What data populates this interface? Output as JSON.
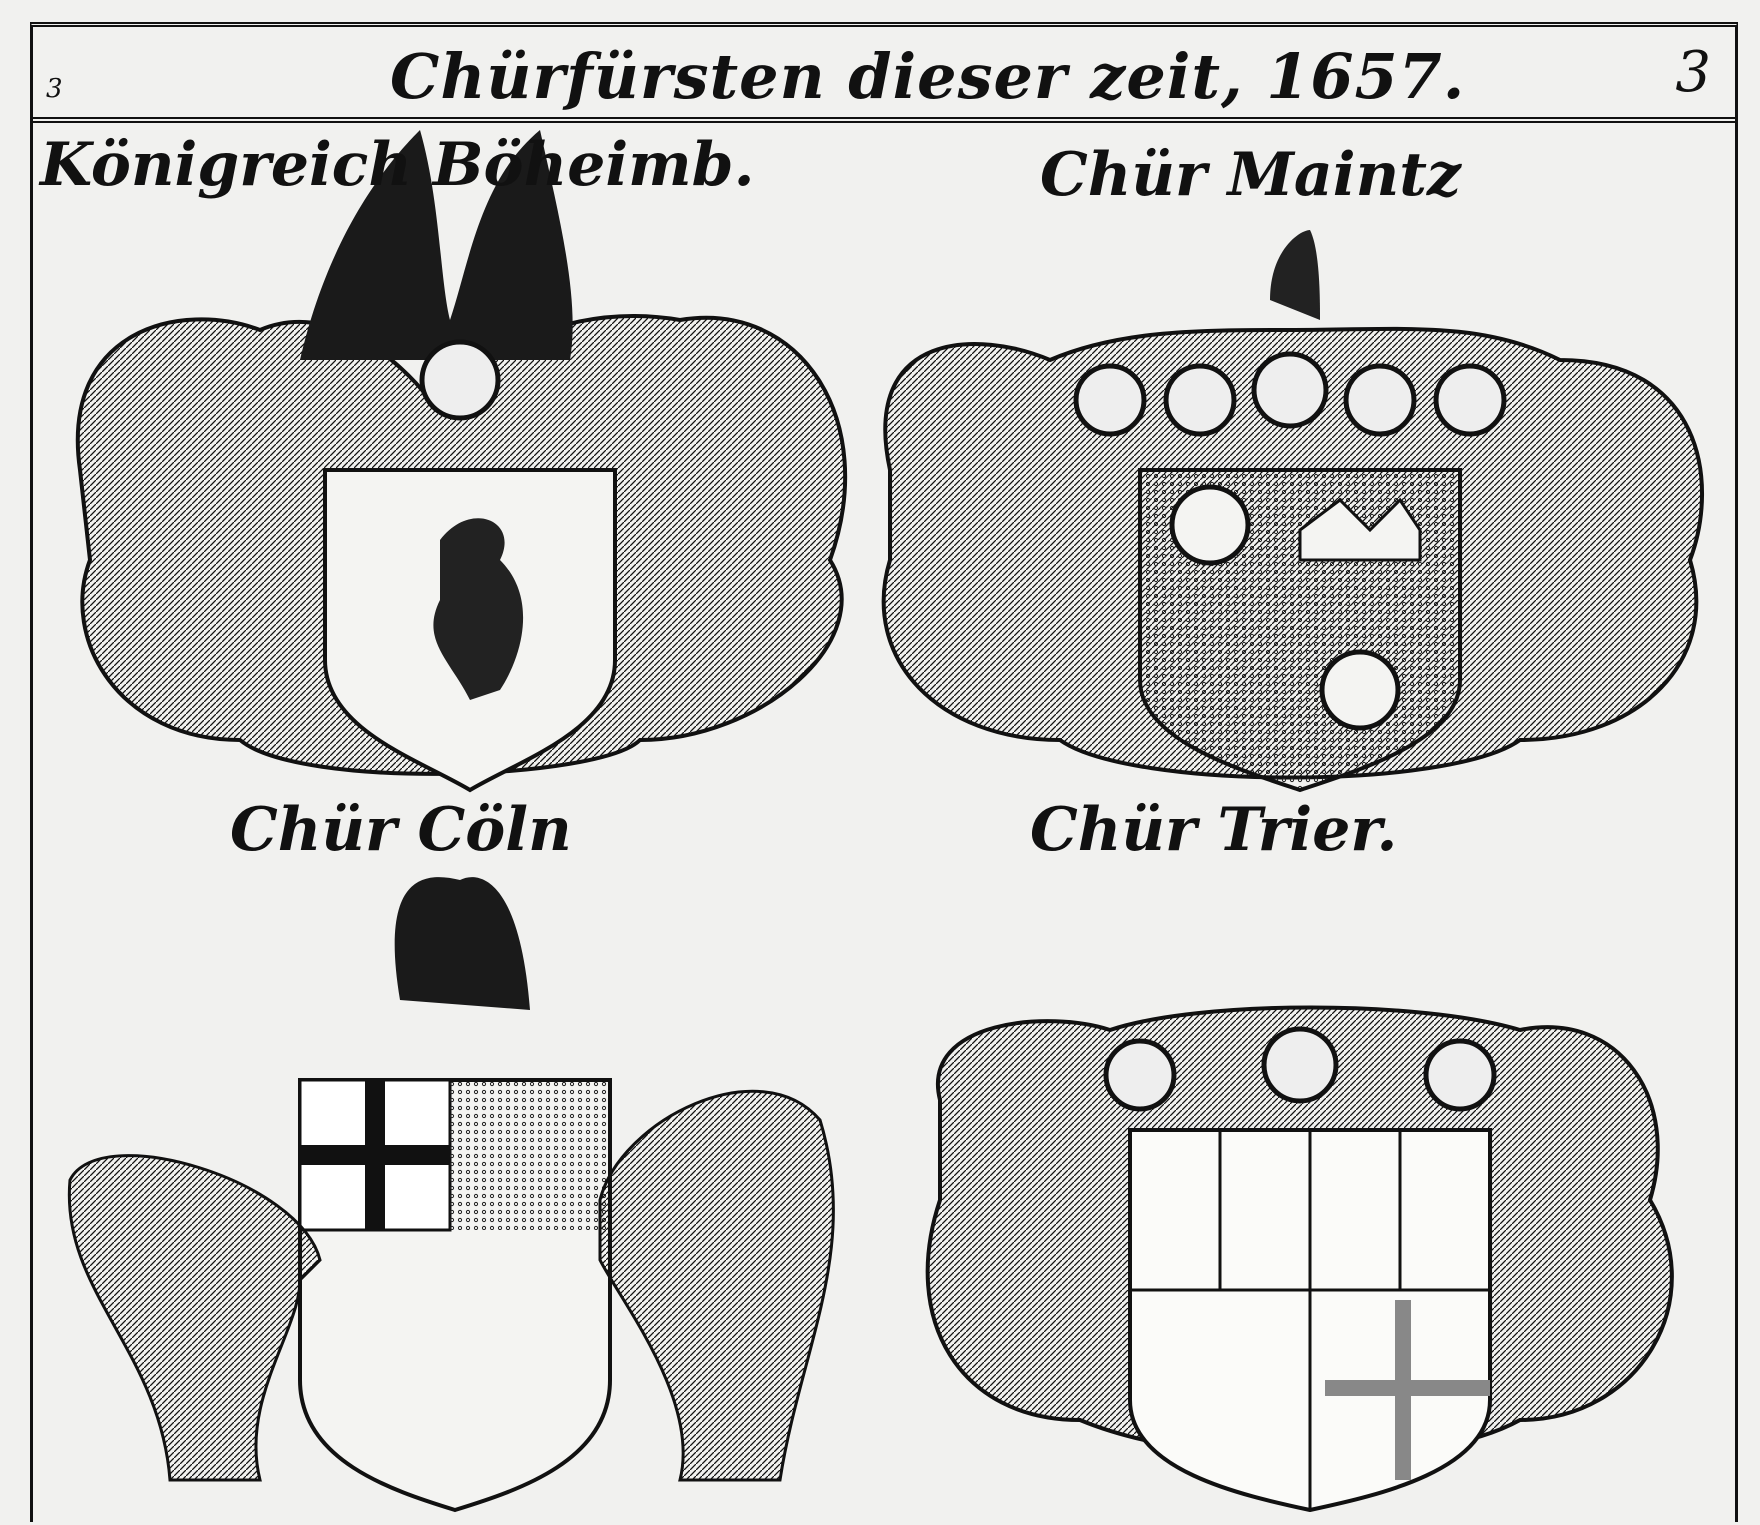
{
  "header": {
    "title": "Chürfürsten dieser zeit, 1657.",
    "page_number": "3",
    "margin_mark": "3"
  },
  "arms": [
    {
      "label": "Königreich Böheimb."
    },
    {
      "label": "Chür Maintz"
    },
    {
      "label": "Chür Cöln"
    },
    {
      "label": "Chür Trier."
    }
  ]
}
